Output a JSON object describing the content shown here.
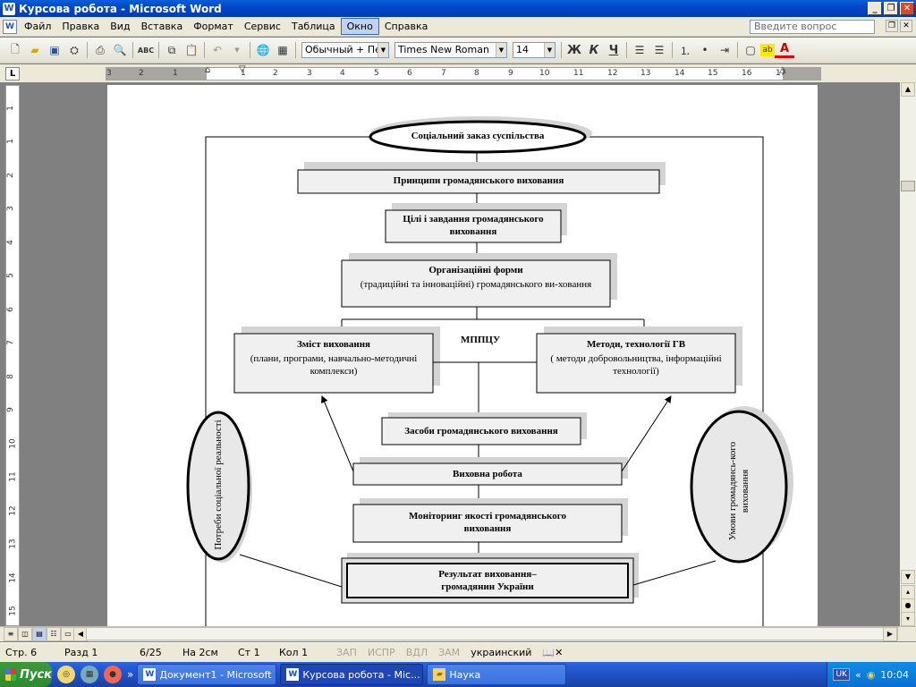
{
  "window": {
    "title": "Курсова робота - Microsoft Word"
  },
  "menu": {
    "items": [
      "Файл",
      "Правка",
      "Вид",
      "Вставка",
      "Формат",
      "Сервис",
      "Таблица",
      "Окно",
      "Справка"
    ],
    "active": "Окно",
    "ask_placeholder": "Введите вопрос"
  },
  "toolbar": {
    "style_value": "Обычный + Пер",
    "font_value": "Times New Roman",
    "size_value": "14",
    "bold": "Ж",
    "italic": "К",
    "underline": "Ч",
    "font_color_letter": "A"
  },
  "ruler": {
    "h_ticks": [
      "3",
      "2",
      "1",
      "1",
      "2",
      "3",
      "4",
      "5",
      "6",
      "7",
      "8",
      "9",
      "10",
      "11",
      "12",
      "13",
      "14",
      "15",
      "16",
      "17"
    ],
    "v_ticks": [
      "1",
      "1",
      "2",
      "3",
      "4",
      "5",
      "6",
      "7",
      "8",
      "9",
      "10",
      "11",
      "12",
      "13",
      "14",
      "15"
    ],
    "corner": "L"
  },
  "diagram": {
    "social_order": "Соціальний заказ суспільства",
    "principles": "Принципи громадянського виховання",
    "goals": "Цілі і завдання громадянського виховання",
    "org_forms_title": "Організаційні форми",
    "org_forms_sub": "(традиційні та інноваційні) громадянського ви-ховання",
    "mppcu": "МППЦУ",
    "content_title": "Зміст виховання",
    "content_sub": "(плани, програми, навчально-методичні комплекси)",
    "methods_title": "Методи, технології ГВ",
    "methods_sub": "( методи добровольництва, інформаційні технології)",
    "means": "Засоби громадянського виховання",
    "educational_work": "Виховна робота",
    "monitoring": "Моніторинг якості громадянського виховання",
    "result": "Результат виховання– громадянин України",
    "needs": "Потреби соціальної реальності",
    "conditions": "Умови громадянсь-кого виховання"
  },
  "status": {
    "page": "Стр. 6",
    "section": "Разд 1",
    "pages": "6/25",
    "at": "На 2см",
    "line": "Ст 1",
    "col": "Кол 1",
    "rec": "ЗАП",
    "trk": "ИСПР",
    "ext": "ВДЛ",
    "ovr": "ЗАМ",
    "lang": "украинский"
  },
  "taskbar": {
    "start": "Пуск",
    "windows": [
      "Документ1 - Microsoft ...",
      "Курсова робота - Mic...",
      "Наука"
    ],
    "active_window": "Курсова робота - Mic...",
    "lang": "UK",
    "time": "10:04"
  }
}
